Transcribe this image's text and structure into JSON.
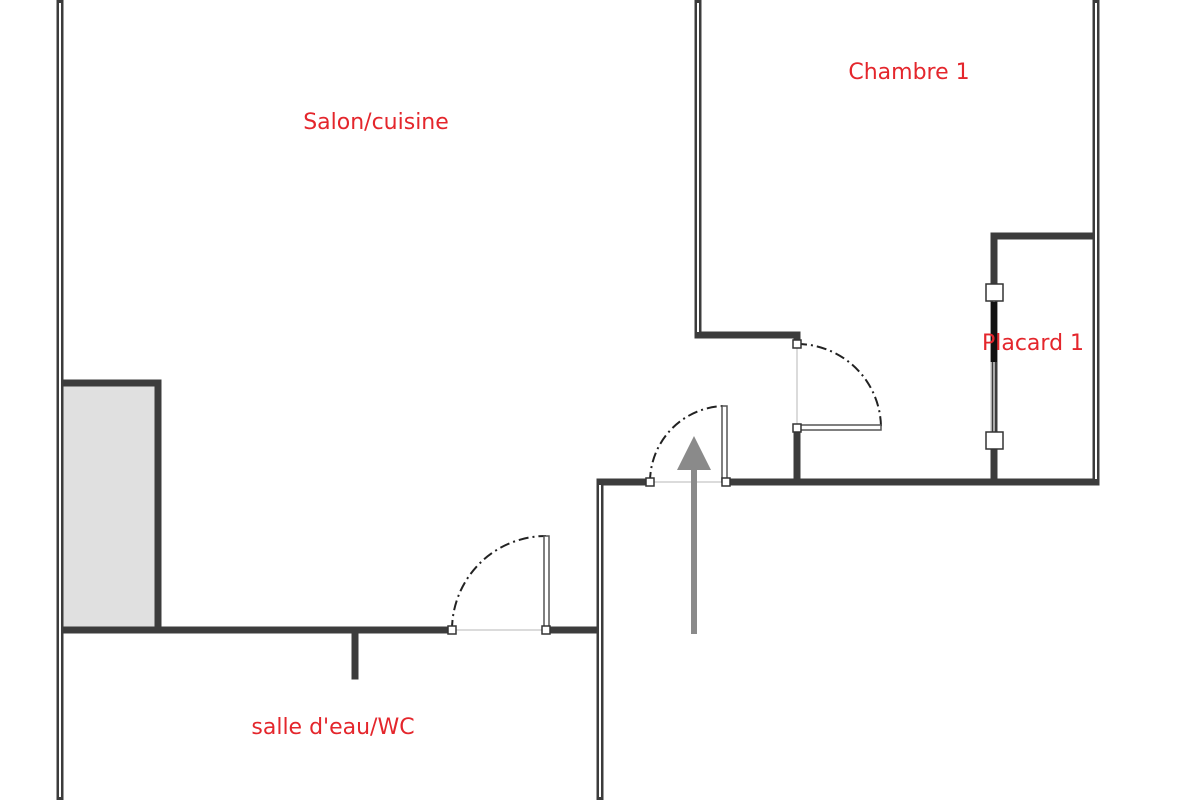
{
  "rooms": {
    "living_kitchen": "Salon/cuisine",
    "bedroom_1": "Chambre 1",
    "closet_1": "Placard 1",
    "shower_wc": "salle d'eau/WC"
  },
  "colors": {
    "label": "#e4262c",
    "wall": "#3c3c3c",
    "storage_fill": "#e0e0e0",
    "arrow": "#8a8a8a"
  },
  "icons": {
    "entrance": "entrance-arrow-icon"
  }
}
